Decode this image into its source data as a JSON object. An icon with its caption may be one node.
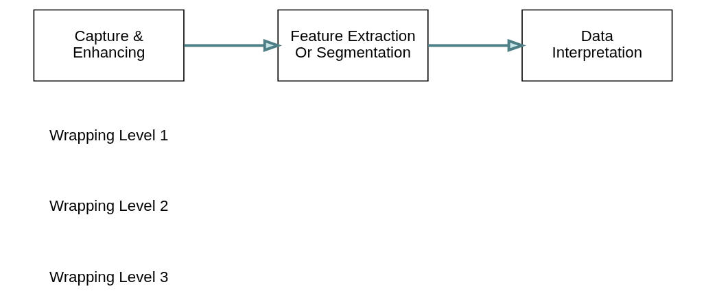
{
  "diagram": {
    "nodes": [
      {
        "text": [
          "Capture & Enhancing"
        ]
      },
      {
        "text": [
          "Feature Extraction Or Segmentation"
        ]
      },
      {
        "text": [
          "Data Interpretation"
        ]
      }
    ],
    "edges": [
      {
        "from": 0,
        "to": 1,
        "arrow": "to"
      },
      {
        "from": 1,
        "to": 2,
        "arrow": "to"
      }
    ],
    "labels": [
      "Wrapping Level 1",
      "Wrapping Level 2",
      "Wrapping Level 3"
    ]
  }
}
